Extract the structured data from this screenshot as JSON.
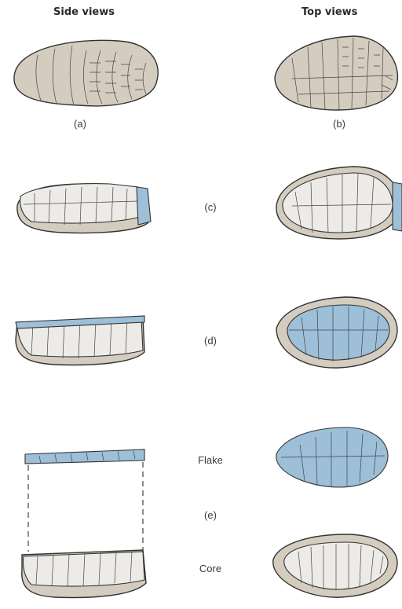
{
  "headers": {
    "side": "Side views",
    "top": "Top views"
  },
  "labels": {
    "a": "(a)",
    "b": "(b)",
    "c": "(c)",
    "d": "(d)",
    "flake": "Flake",
    "e": "(e)",
    "core": "Core"
  },
  "colors": {
    "stone": "#d4ccbf",
    "flake_scar": "#ecebe7",
    "platform_blue": "#9dbfd8",
    "outline": "#333333"
  }
}
